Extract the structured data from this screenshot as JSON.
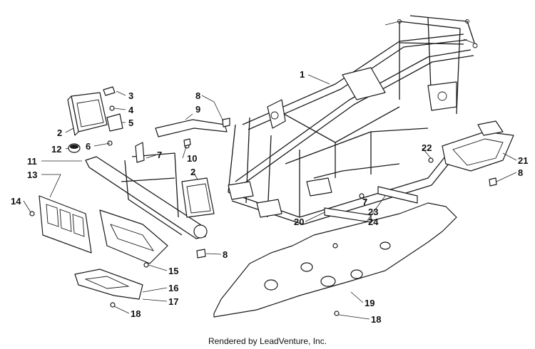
{
  "diagram": {
    "credit": "Rendered by LeadVenture, Inc.",
    "callouts": [
      "1",
      "2",
      "3",
      "4",
      "5",
      "6",
      "7",
      "8",
      "9",
      "10",
      "2",
      "11",
      "12",
      "13",
      "14",
      "7",
      "15",
      "8",
      "16",
      "17",
      "18",
      "19",
      "18",
      "20",
      "22",
      "21",
      "8",
      "23",
      "24"
    ]
  }
}
